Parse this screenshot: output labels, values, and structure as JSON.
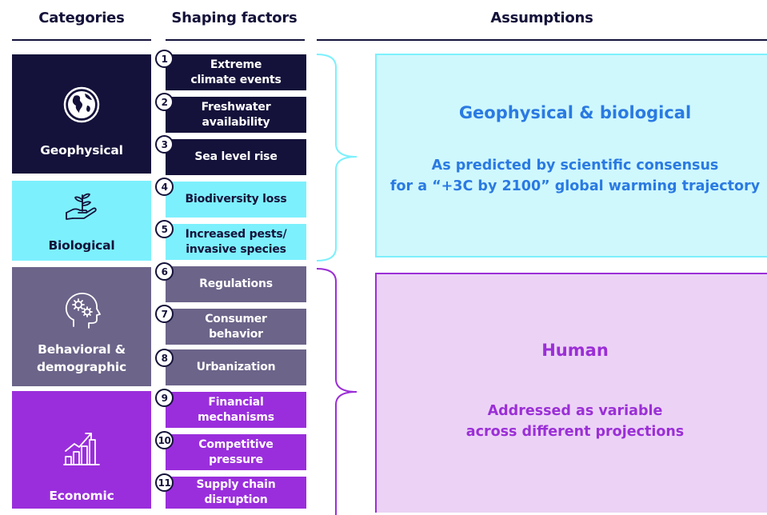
{
  "headers": {
    "categories": "Categories",
    "shaping_factors": "Shaping factors",
    "assumptions": "Assumptions"
  },
  "categories": [
    {
      "label": "Geophysical",
      "icon": "globe-icon"
    },
    {
      "label": "Biological",
      "icon": "plant-in-hand-icon"
    },
    {
      "label": "Behavioral & demographic",
      "icon": "head-with-gears-icon"
    },
    {
      "label": "Economic",
      "icon": "growth-chart-icon"
    }
  ],
  "factors": [
    {
      "number": "1",
      "label": "Extreme climate events"
    },
    {
      "number": "2",
      "label": "Freshwater availability"
    },
    {
      "number": "3",
      "label": "Sea level rise"
    },
    {
      "number": "4",
      "label": "Biodiversity loss"
    },
    {
      "number": "5",
      "label": "Increased pests/ invasive species"
    },
    {
      "number": "6",
      "label": "Regulations"
    },
    {
      "number": "7",
      "label": "Consumer behavior"
    },
    {
      "number": "8",
      "label": "Urbanization"
    },
    {
      "number": "9",
      "label": "Financial mechanisms"
    },
    {
      "number": "10",
      "label": "Competitive pressure"
    },
    {
      "number": "11",
      "label": "Supply chain disruption"
    }
  ],
  "assumptions": {
    "geo_bio": {
      "title": "Geophysical & biological",
      "line1": "As predicted by scientific consensus",
      "line2": "for a “+3C by 2100” global warming trajectory"
    },
    "human": {
      "title": "Human",
      "line1": "Addressed as variable",
      "line2": "across different projections"
    }
  },
  "colors": {
    "navy": "#14123a",
    "cyan": "#7df0fd",
    "cyan_light": "#cff8fd",
    "grey_purple": "#6c6489",
    "purple": "#9a2edc",
    "lavender": "#ecd3f6",
    "blue_text": "#2a7ae2",
    "purple_text": "#9b2fd6"
  }
}
